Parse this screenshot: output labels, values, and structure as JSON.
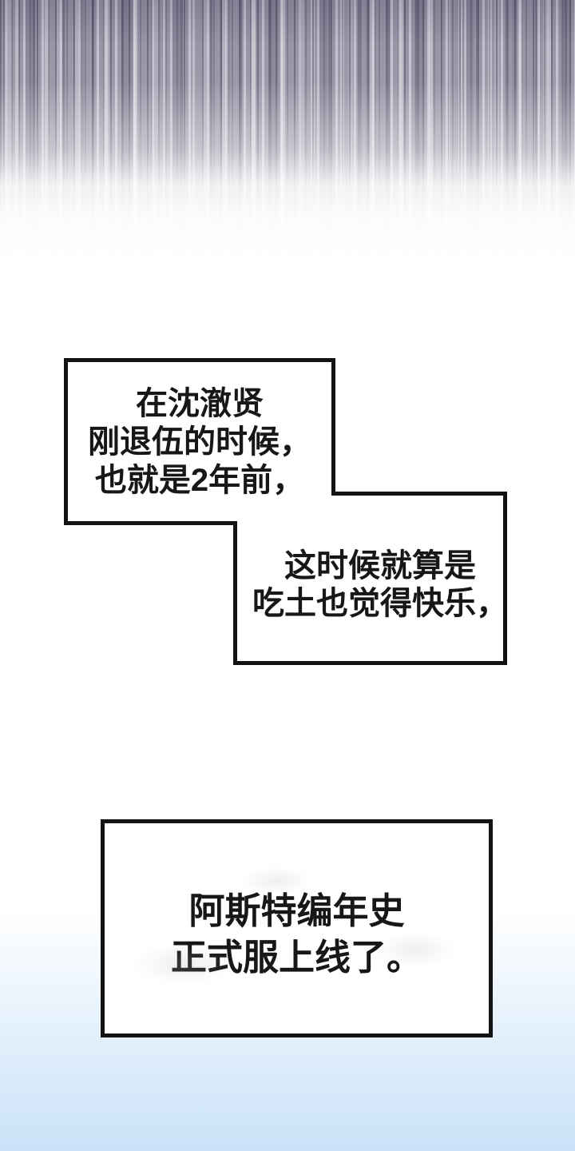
{
  "captions": {
    "box1": {
      "lines": [
        "在沈澈贤",
        "刚退伍的时候，",
        "也就是2年前，"
      ]
    },
    "box2": {
      "lines": [
        "这时候就算是",
        "吃土也觉得快乐，"
      ]
    },
    "box3": {
      "lines": [
        "阿斯特编年史",
        "正式服上线了。"
      ]
    }
  },
  "colors": {
    "stripe_base": "#918fa1",
    "stripe_dark": "#6e6b7f",
    "stripe_light": "#b7b5c4",
    "bottom_blue": "#c9e2f8",
    "paper_white": "#ffffff",
    "box_fill": "#ffffff",
    "box_border": "#131313",
    "text_color": "#171717"
  }
}
